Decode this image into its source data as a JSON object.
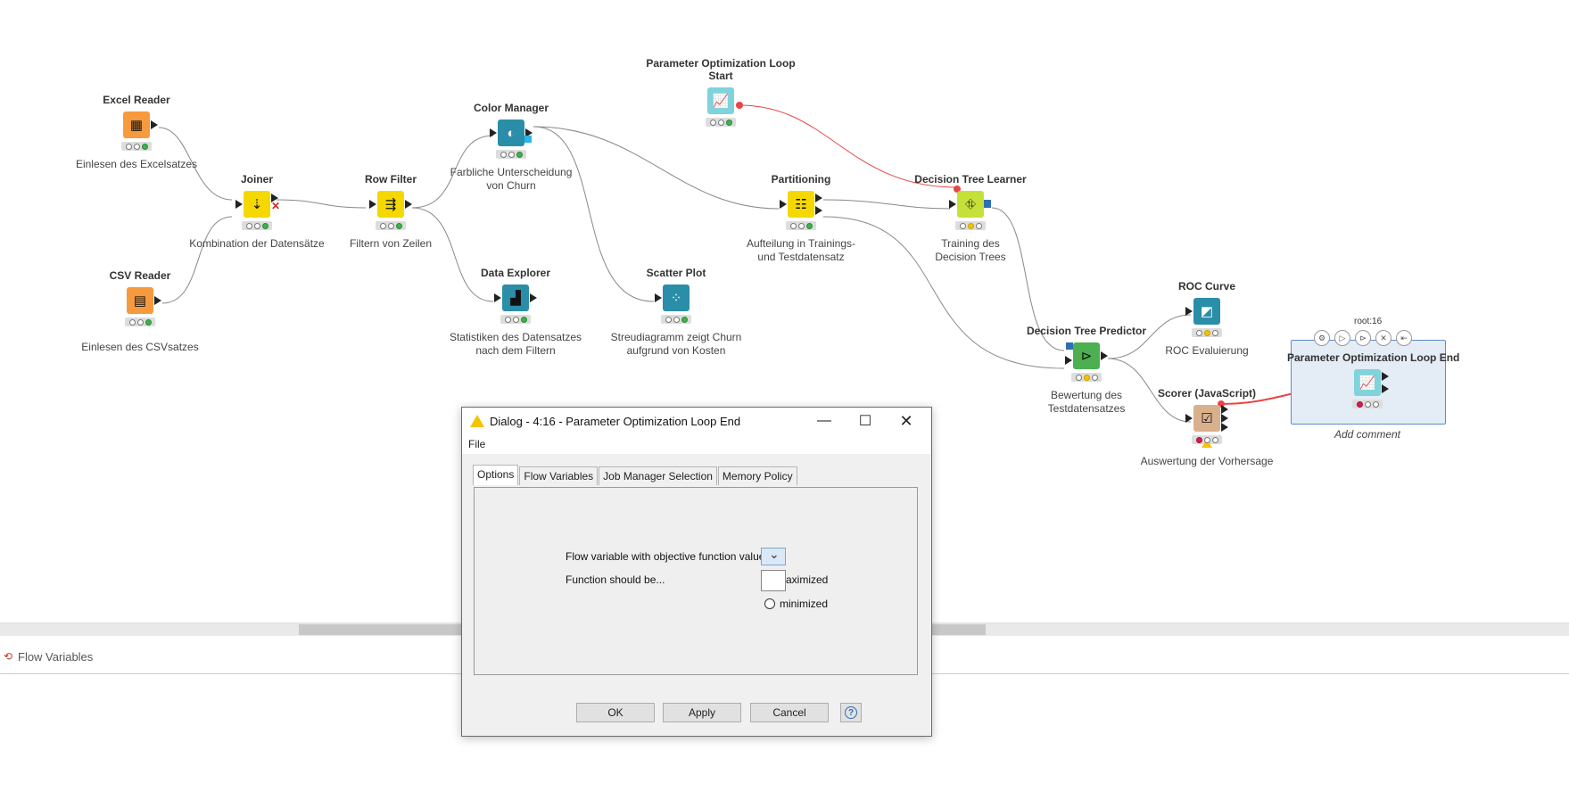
{
  "nodes": {
    "excel_reader": {
      "title": "Excel Reader",
      "desc": "Einlesen des Excelsatzes",
      "icon": "excel-reader-icon"
    },
    "csv_reader": {
      "title": "CSV Reader",
      "desc": "Einlesen des CSVsatzes",
      "icon": "csv-reader-icon"
    },
    "joiner": {
      "title": "Joiner",
      "desc": "Kombination der Datensätze",
      "icon": "joiner-icon"
    },
    "row_filter": {
      "title": "Row Filter",
      "desc": "Filtern von Zeilen",
      "icon": "row-filter-icon"
    },
    "color_manager": {
      "title": "Color Manager",
      "desc_l1": "Farbliche Unterscheidung",
      "desc_l2": "von Churn",
      "icon": "color-manager-icon"
    },
    "data_explorer": {
      "title": "Data Explorer",
      "desc_l1": "Statistiken des Datensatzes",
      "desc_l2": "nach dem Filtern",
      "icon": "data-explorer-icon"
    },
    "scatter_plot": {
      "title": "Scatter Plot",
      "desc_l1": "Streudiagramm zeigt Churn",
      "desc_l2": "aufgrund von Kosten",
      "icon": "scatter-plot-icon"
    },
    "param_opt_start": {
      "title_l1": "Parameter Optimization Loop",
      "title_l2": "Start",
      "icon": "loop-start-icon"
    },
    "partitioning": {
      "title": "Partitioning",
      "desc_l1": "Aufteilung in Trainings-",
      "desc_l2": "und Testdatensatz",
      "icon": "partitioning-icon"
    },
    "dt_learner": {
      "title": "Decision Tree Learner",
      "desc_l1": "Training des",
      "desc_l2": "Decision Trees",
      "icon": "decision-tree-learner-icon"
    },
    "dt_predictor": {
      "title": "Decision Tree Predictor",
      "desc_l1": "Bewertung des",
      "desc_l2": "Testdatensatzes",
      "icon": "decision-tree-predictor-icon"
    },
    "roc_curve": {
      "title": "ROC Curve",
      "desc": "ROC Evaluierung",
      "icon": "roc-curve-icon"
    },
    "scorer": {
      "title": "Scorer (JavaScript)",
      "desc": "Auswertung der Vorhersage",
      "icon": "scorer-icon"
    },
    "param_opt_end": {
      "title": "Parameter Optimization Loop End",
      "root": "root:16",
      "comment": "Add comment",
      "icon": "loop-end-icon"
    }
  },
  "bottom_panel": {
    "title": "Flow Variables"
  },
  "dialog": {
    "title": "Dialog - 4:16 - Parameter Optimization Loop End",
    "menu_file": "File",
    "tabs": [
      "Options",
      "Flow Variables",
      "Job Manager Selection",
      "Memory Policy"
    ],
    "objective_label": "Flow variable with objective function value",
    "function_label": "Function should be...",
    "maximized_label": "aximized",
    "minimized_label": "minimized",
    "ok": "OK",
    "apply": "Apply",
    "cancel": "Cancel"
  },
  "colors": {
    "orange": "#f79a3e",
    "yellow": "#f5d800",
    "teal": "#2a8ea8",
    "lightteal": "#7fd3db",
    "green": "#4caf50",
    "tan": "#d9b08c"
  }
}
